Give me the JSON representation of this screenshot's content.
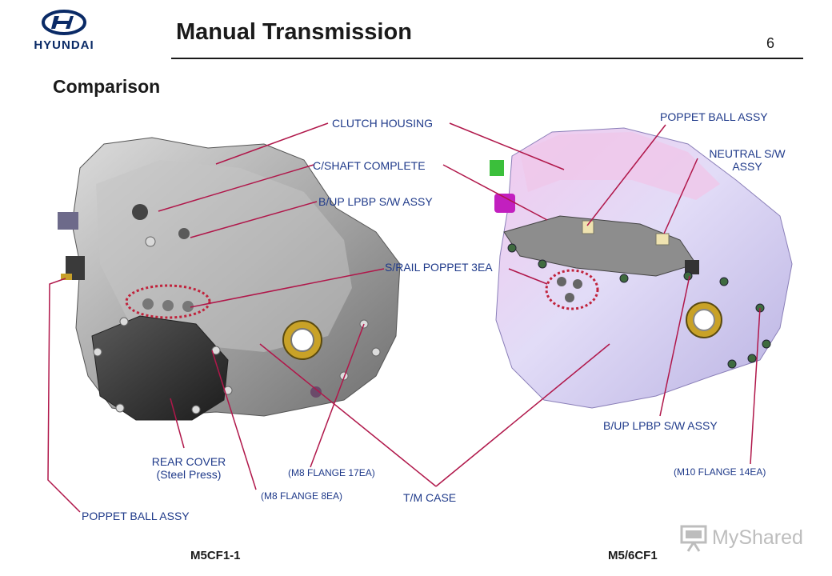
{
  "header": {
    "brand": "HYUNDAI",
    "title": "Manual Transmission",
    "page_number": "6"
  },
  "subtitle": "Comparison",
  "labels": {
    "clutch_housing": "CLUTCH HOUSING",
    "cshaft_complete": "C/SHAFT COMPLETE",
    "bup_lpbp_left": "B/UP LPBP S/W ASSY",
    "srail_poppet": "S/RAIL POPPET 3EA",
    "poppet_ball_top": "POPPET BALL ASSY",
    "neutral_sw_line1": "NEUTRAL S/W",
    "neutral_sw_line2": "ASSY",
    "rear_cover_line1": "REAR COVER",
    "rear_cover_line2": "(Steel Press)",
    "m8_flange_17": "(M8 FLANGE 17EA)",
    "m8_flange_8": "(M8 FLANGE 8EA)",
    "tm_case": "T/M CASE",
    "bup_lpbp_right": "B/UP LPBP S/W ASSY",
    "m10_flange_14": "(M10 FLANGE 14EA)",
    "poppet_ball_bottom": "POPPET BALL ASSY"
  },
  "captions": {
    "left_model": "M5CF1-1",
    "right_model": "M5/6CF1"
  },
  "watermark": "MyShared",
  "icons": {
    "brand_logo": "hyundai-logo-icon",
    "watermark_icon": "presentation-board-icon"
  },
  "colors": {
    "label_text": "#1f3a8a",
    "leader_line": "#b0174a",
    "left_case": "#9c9c9c",
    "right_case": "#d9d3f2",
    "right_case_pink": "#efc8ea"
  }
}
